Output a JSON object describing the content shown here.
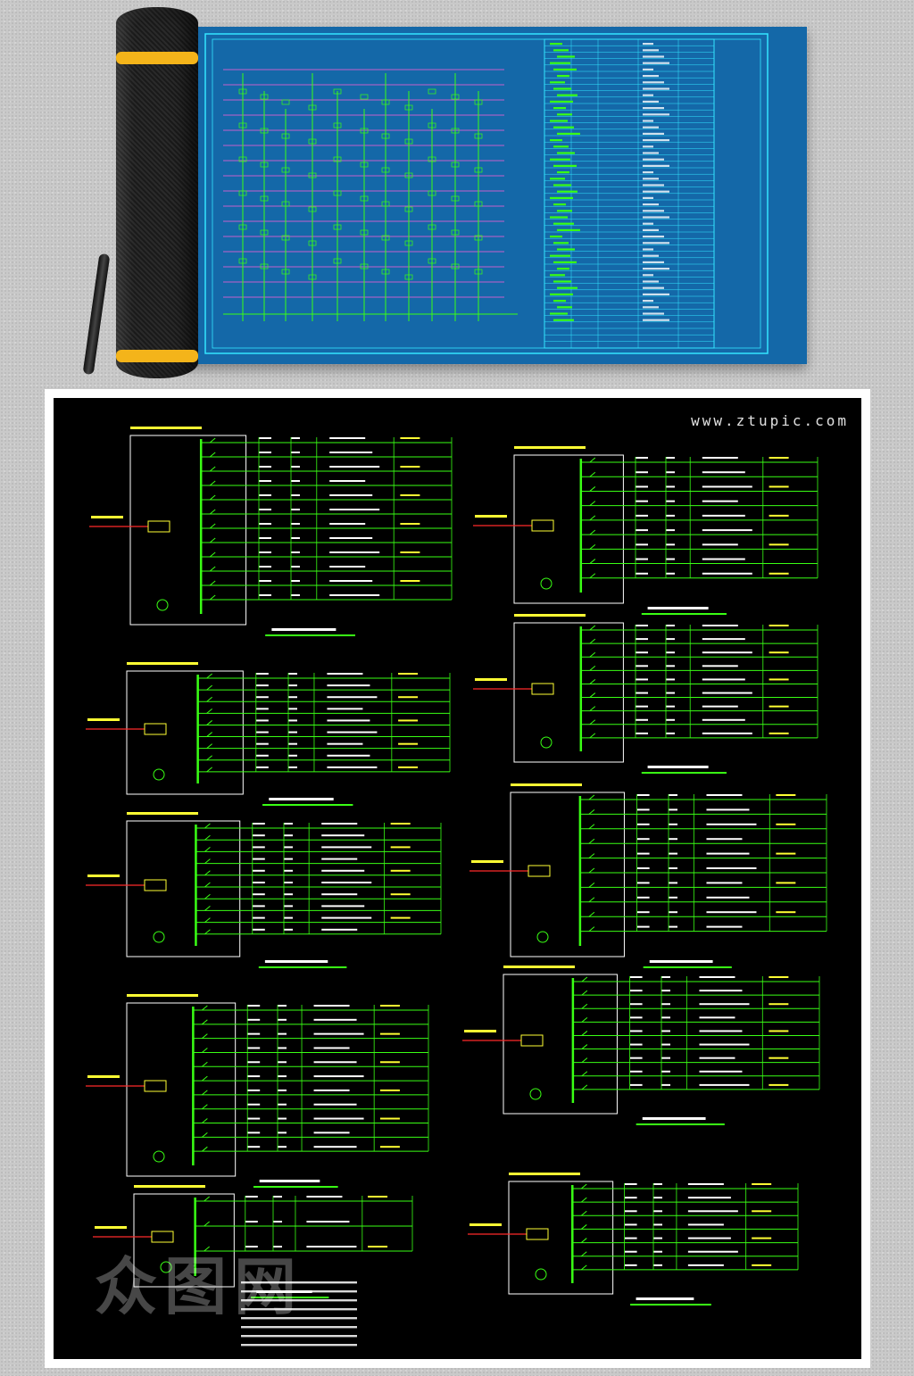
{
  "watermark": {
    "url": "www.ztupic.com",
    "logo_text": "众图网"
  },
  "colors": {
    "blueprint_bg": "#1468a8",
    "cad_line": "#39ff14",
    "cad_text": "#ffff33",
    "cad_red": "#ff2a2a",
    "riser_pink": "#ff5fd8",
    "frame_cyan": "#33e6ff",
    "sheet_bg": "#000000",
    "roll_band": "#f4b41a"
  },
  "panels": [
    {
      "id": "p1",
      "rows": 12
    },
    {
      "id": "p2",
      "rows": 9
    },
    {
      "id": "p3",
      "rows": 10
    },
    {
      "id": "p4",
      "rows": 11
    },
    {
      "id": "p5",
      "rows": 3
    },
    {
      "id": "p6",
      "rows": 9
    },
    {
      "id": "p7",
      "rows": 9
    },
    {
      "id": "p8",
      "rows": 10
    },
    {
      "id": "p9",
      "rows": 9
    },
    {
      "id": "p10",
      "rows": 7
    }
  ]
}
